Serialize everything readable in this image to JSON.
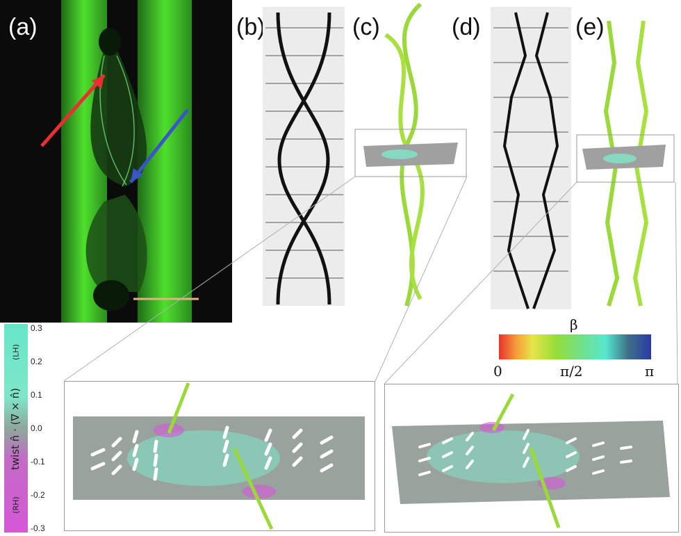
{
  "panels": {
    "a": "(a)",
    "b": "(b)",
    "c": "(c)",
    "d": "(d)",
    "e": "(e)"
  },
  "twist_colorbar": {
    "ticks": [
      "0.3",
      "0.2",
      "0.1",
      "0.0",
      "-0.1",
      "-0.2",
      "-0.3"
    ],
    "top_label": "(LH)",
    "bottom_label": "(RH)",
    "axis_label": "twist  n̂ · (∇ × n̂)",
    "colors": [
      "#66e6c8",
      "#8ea89c",
      "#d657d8"
    ]
  },
  "beta_colorbar": {
    "title": "β",
    "ticks": [
      "0",
      "π/2",
      "π"
    ],
    "colors": [
      "#e8322c",
      "#e6e44a",
      "#93dd3a",
      "#58e8d0",
      "#2a3aa8"
    ]
  },
  "arrows": {
    "red": "#e83030",
    "blue": "#3a55c8"
  }
}
